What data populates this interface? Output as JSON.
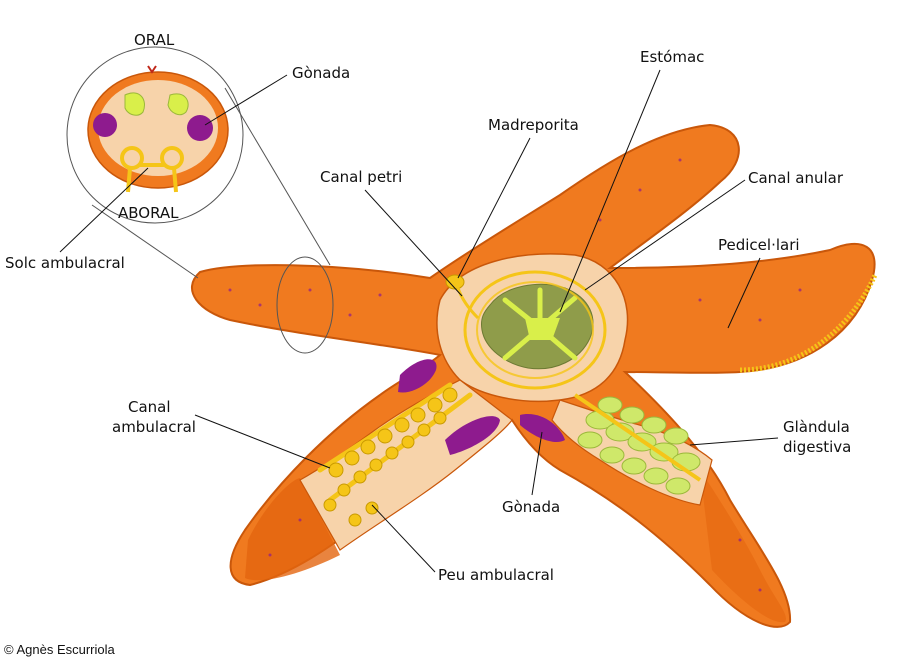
{
  "colors": {
    "body": "#f07a1f",
    "body_outline": "#c9570a",
    "inner_tissue": "#f7d3aa",
    "canal_yellow": "#f5c518",
    "canal_outline": "#c99a00",
    "stomach_green": "#8f9c4a",
    "stomach_light": "#d9ef4a",
    "gonad_purple": "#8e1b8e",
    "digestive_gland": "#cfe86a"
  },
  "inset": {
    "oral_label": "ORAL",
    "aboral_label": "ABORAL",
    "gonad_label": "Gònada",
    "ambulacral_groove_label": "Solc ambulacral"
  },
  "labels": {
    "stomach": "Estómac",
    "madreporite": "Madreporita",
    "stone_canal": "Canal petri",
    "ring_canal": "Canal anular",
    "pedicellariae": "Pedicel·lari",
    "ambulacral_canal_line1": "Canal",
    "ambulacral_canal_line2": "ambulacral",
    "digestive_gland_line1": "Glàndula",
    "digestive_gland_line2": "digestiva",
    "gonad": "Gònada",
    "tube_foot": "Peu ambulacral"
  },
  "credit": "© Agnès Escurriola"
}
